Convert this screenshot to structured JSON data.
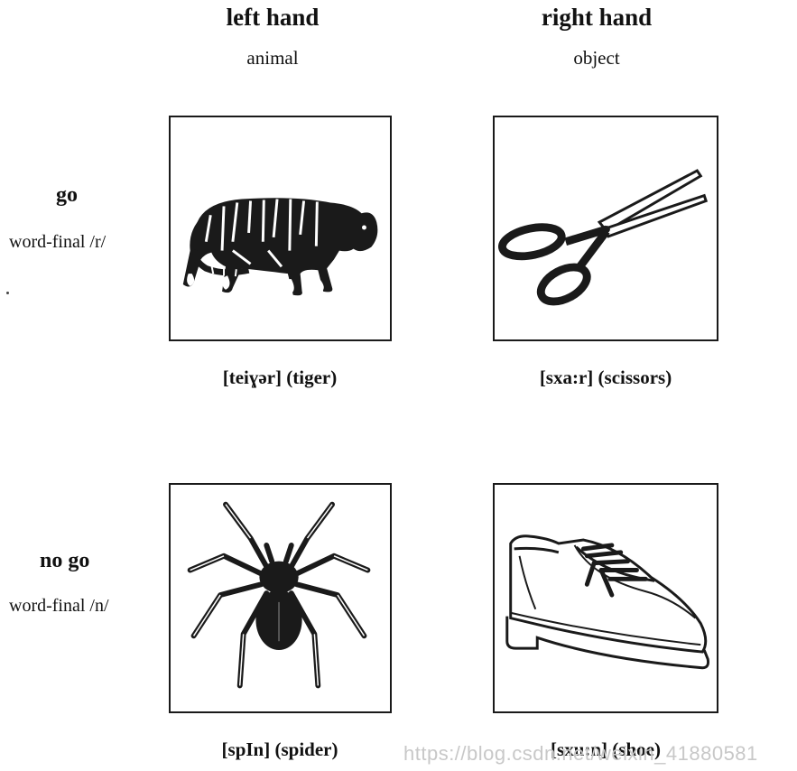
{
  "columns": [
    {
      "title": "left hand",
      "subtitle": "animal"
    },
    {
      "title": "right hand",
      "subtitle": "object"
    }
  ],
  "rows": [
    {
      "title": "go",
      "subtitle": "word-final /r/"
    },
    {
      "title": "no go",
      "subtitle": "word-final /n/"
    }
  ],
  "cells": [
    {
      "caption": "[teiɣər] (tiger)",
      "icon": "tiger-icon"
    },
    {
      "caption": "[sxa:r] (scissors)",
      "icon": "scissors-icon"
    },
    {
      "caption": "[spIn] (spider)",
      "icon": "spider-icon"
    },
    {
      "caption": "[sxu:n] (shoe)",
      "icon": "shoe-icon"
    }
  ],
  "watermark": "https://blog.csdn.net/weixin_41880581"
}
